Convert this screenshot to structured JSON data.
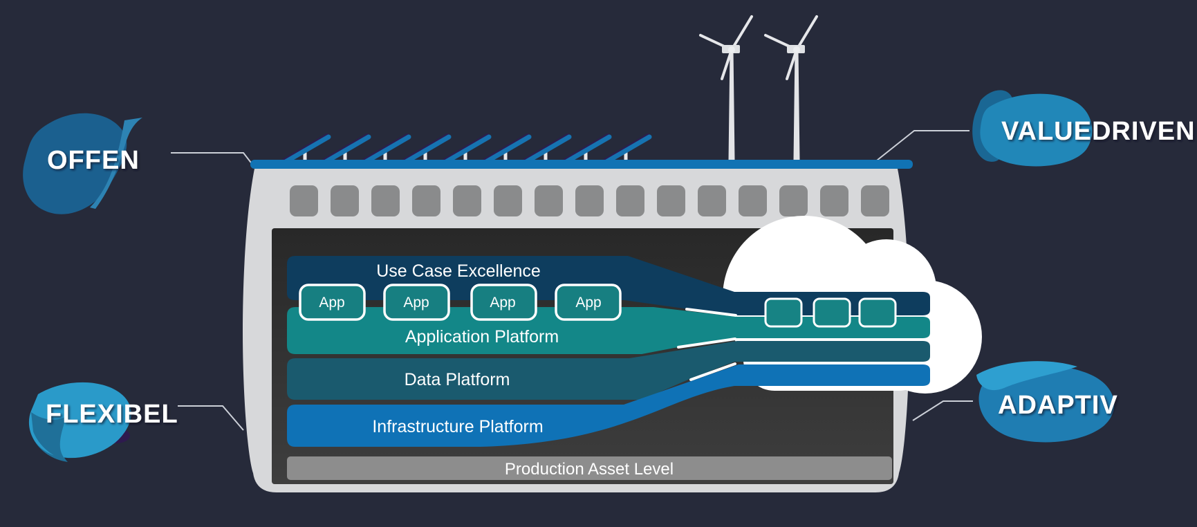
{
  "corner_labels": {
    "top_left": "OFFEN",
    "top_right": "VALUEDRIVEN",
    "bottom_left": "FLEXIBEL",
    "bottom_right": "ADAPTIV"
  },
  "building": {
    "layers": [
      {
        "label": "Use Case Excellence",
        "color": "#0e3d5e"
      },
      {
        "label": "Application Platform",
        "color": "#138788"
      },
      {
        "label": "Data Platform",
        "color": "#1a5a6e"
      },
      {
        "label": "Infrastructure Platform",
        "color": "#0f72b6"
      }
    ],
    "base_layer": {
      "label": "Production Asset Level",
      "color": "#8d8d8d"
    },
    "app_label": "App",
    "app_box_count": 4,
    "cloud_box_count": 3,
    "window_count": 15,
    "solar_panel_count": 9,
    "wind_turbine_count": 2
  },
  "colors": {
    "background": "#262a3a",
    "building_frame": "#d7d8da",
    "inner_panel": "#333333",
    "window": "#8a8b8c",
    "roof": "#1173b4",
    "cloud": "#ffffff",
    "solar_panel_blue": "#1673b1",
    "solar_panel_shadow": "#2c1e4f",
    "blob_dark_blue": "#1b608f",
    "blob_light_blue": "#2a9ac9",
    "connector_line": "#ccd0d8"
  }
}
